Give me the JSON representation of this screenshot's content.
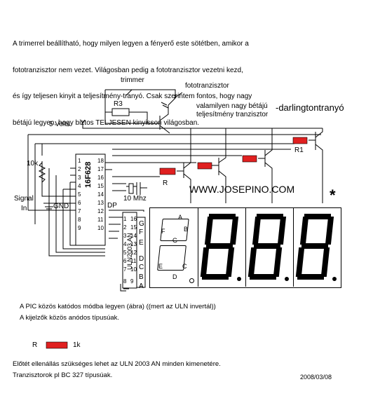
{
  "intro": {
    "lines": [
      "A trimerrel beállítható, hogy milyen legyen a fényerő este sötétben, amikor a",
      "fototranzisztor nem vezet. Világosban pedig a fototranzisztor vezetni kezd,",
      "és így teljesen kinyit a teljesítmény-tranyó. Csak szerintem fontos, hogy nagy",
      "bétájú legyen, hogy biztos TELJESEN kinyisson világosban."
    ]
  },
  "labels": {
    "trimmer": "trimmer",
    "r3": "R3",
    "fototranzisztor": "fototranzisztor",
    "power_transistor_1": "valamilyen nagy bétájú",
    "power_transistor_2": "teljesítmény tranzisztor",
    "darlington": "-darlingtontranyó",
    "supply": "5  Volts",
    "r10k": "10k",
    "signal_in_1": "Signal",
    "signal_in_2": "In",
    "gnd": "GND",
    "xtal": "10 Mhz",
    "r1": "R1",
    "r": "R",
    "website": "WWW.JOSEPINO.COM",
    "asterisk": "*",
    "dp": "DP"
  },
  "ic_pic": {
    "name": "16F628",
    "left_pins": [
      "1",
      "2",
      "3",
      "4",
      "5",
      "6",
      "7",
      "8",
      "9"
    ],
    "right_pins": [
      "18",
      "17",
      "16",
      "15",
      "14",
      "13",
      "12",
      "11",
      "10"
    ]
  },
  "ic_uln": {
    "name": "ULN2003 AN",
    "left_pins": [
      "1",
      "2",
      "3",
      "4",
      "5",
      "6",
      "7",
      "8"
    ],
    "right_pins": [
      "16",
      "15",
      "14",
      "13",
      "12",
      "11",
      "10",
      "9"
    ],
    "segment_letters": [
      "G",
      "F",
      "E",
      "D",
      "C",
      "B",
      "A"
    ]
  },
  "display": {
    "segment_labels": [
      "A",
      "F",
      "B",
      "G",
      "E",
      "C",
      "D"
    ]
  },
  "notes": {
    "line1": "A PIC közös katódos módba legyen (ábra) ((mert az ULN invertál))",
    "line2": "A kijelzők közös anódos típusúak.",
    "legend_r": "R",
    "legend_value": "1k",
    "line3": "Előtét ellenállás szükséges lehet az ULN 2003 AN minden kimenetére.",
    "line4": "Tranzisztorok pl BC 327 típusúak.",
    "date": "2008/03/08"
  },
  "colors": {
    "resistor": "#e02020",
    "wire": "#000000"
  }
}
